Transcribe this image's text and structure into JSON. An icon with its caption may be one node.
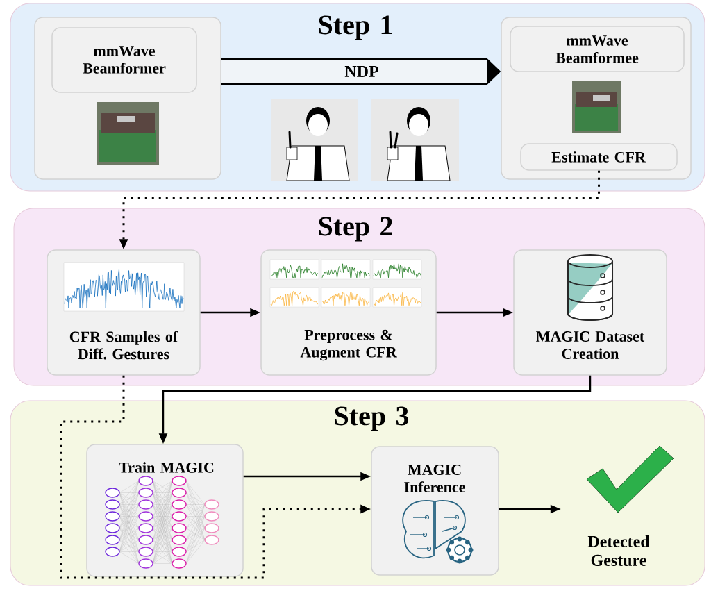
{
  "diagram": {
    "nodes": [
      {
        "text": [
          "Step 1"
        ]
      },
      {
        "text": [],
        "shape": "box",
        "in": 0
      },
      {
        "text": [
          "mmWave Beamformer"
        ],
        "in": 1
      },
      {
        "text": [],
        "shape": "picture",
        "in": 1
      },
      {
        "text": [],
        "shape": "box",
        "in": 0
      },
      {
        "text": [
          "mmWave Beamformee"
        ],
        "in": 4
      },
      {
        "text": [],
        "shape": "picture",
        "in": 4
      },
      {
        "text": [
          "Estimate CFR"
        ],
        "in": 4
      },
      {
        "text": [
          "Step 2"
        ]
      },
      {
        "text": [
          "CFR Samples of Diff. Gestures"
        ],
        "in": 8
      },
      {
        "text": [
          "Preprocess & Augment CFR"
        ],
        "in": 8
      },
      {
        "text": [
          "MAGIC Dataset Creation"
        ],
        "in": 8
      },
      {
        "text": [
          "Step 3"
        ]
      },
      {
        "text": [
          "Train MAGIC"
        ],
        "in": 12
      },
      {
        "text": [
          "MAGIC Inference"
        ],
        "in": 12
      },
      {
        "text": [],
        "shape": "picture",
        "in": 12,
        "beside": [
          "Detected Gesture"
        ]
      }
    ],
    "edges": [
      {
        "from": 1,
        "to": 4,
        "arrow": "to",
        "label": "NDP",
        "style": "thick"
      },
      {
        "from": 7,
        "to": 9,
        "arrow": "to",
        "style": "dashed"
      },
      {
        "from": 9,
        "to": 10,
        "arrow": "to"
      },
      {
        "from": 10,
        "to": 11,
        "arrow": "to"
      },
      {
        "from": 11,
        "to": 13,
        "arrow": "to"
      },
      {
        "from": 13,
        "to": 14,
        "arrow": "to"
      },
      {
        "from": 9,
        "to": 14,
        "arrow": "to",
        "style": "dashed"
      },
      {
        "from": 14,
        "to": 15,
        "arrow": "to"
      }
    ]
  }
}
